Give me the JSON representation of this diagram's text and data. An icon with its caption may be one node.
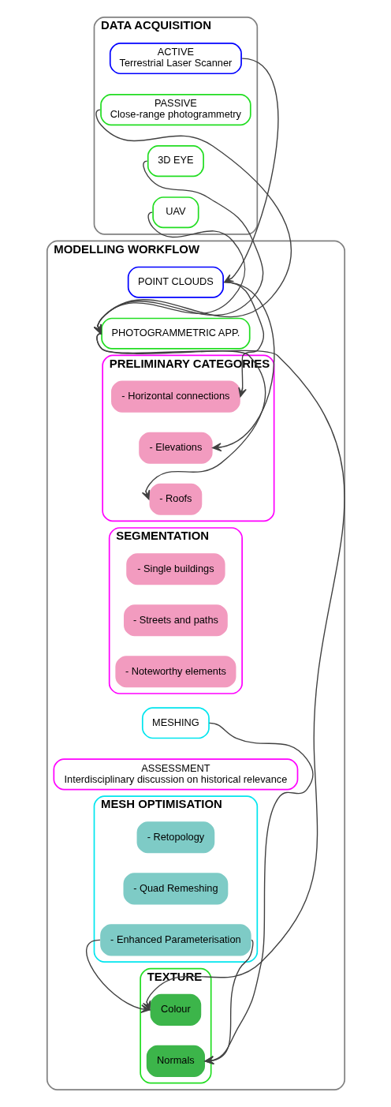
{
  "diagram": {
    "nodes": [
      {
        "text": [
          "DATA ACQUISITION"
        ]
      },
      {
        "text": [
          "ACTIVE",
          "Terrestrial Laser Scanner"
        ],
        "in": 0
      },
      {
        "text": [
          "PASSIVE",
          "Close-range photogrammetry"
        ],
        "in": 0
      },
      {
        "text": [
          "3D EYE"
        ],
        "in": 0
      },
      {
        "text": [
          "UAV"
        ],
        "in": 0
      },
      {
        "text": [
          "MODELLING WORKFLOW"
        ]
      },
      {
        "text": [
          "POINT CLOUDS"
        ],
        "in": 5
      },
      {
        "text": [
          "PHOTOGRAMMETRIC APP."
        ],
        "in": 5
      },
      {
        "text": [
          "PRELIMINARY CATEGORIES"
        ],
        "in": 5
      },
      {
        "text": [
          "- Horizontal connections"
        ],
        "in": 8
      },
      {
        "text": [
          "- Elevations"
        ],
        "in": 8
      },
      {
        "text": [
          "- Roofs"
        ],
        "in": 8
      },
      {
        "text": [
          "SEGMENTATION"
        ],
        "in": 5
      },
      {
        "text": [
          "- Single buildings"
        ],
        "in": 12
      },
      {
        "text": [
          "- Streets and paths"
        ],
        "in": 12
      },
      {
        "text": [
          "- Noteworthy elements"
        ],
        "in": 12
      },
      {
        "text": [
          "MESHING"
        ],
        "in": 5
      },
      {
        "text": [
          "ASSESSMENT",
          "Interdisciplinary discussion on historical relevance"
        ],
        "in": 5
      },
      {
        "text": [
          "MESH OPTIMISATION"
        ],
        "in": 5
      },
      {
        "text": [
          "- Retopology"
        ],
        "in": 18
      },
      {
        "text": [
          "- Quad Remeshing"
        ],
        "in": 18
      },
      {
        "text": [
          "- Enhanced Parameterisation"
        ],
        "in": 18
      },
      {
        "text": [
          "TEXTURE"
        ],
        "in": 5
      },
      {
        "text": [
          "Colour"
        ],
        "in": 22
      },
      {
        "text": [
          "Normals"
        ],
        "in": 22
      }
    ],
    "edges": [
      {
        "from": 1,
        "to": 6,
        "arrow": "to"
      },
      {
        "from": 2,
        "to": 7,
        "arrow": "to"
      },
      {
        "from": 3,
        "to": 7,
        "arrow": "to"
      },
      {
        "from": 4,
        "to": 7,
        "arrow": "to"
      },
      {
        "from": 6,
        "to": 9,
        "arrow": "to"
      },
      {
        "from": 6,
        "to": 10,
        "arrow": "to"
      },
      {
        "from": 7,
        "to": 11,
        "arrow": "to"
      },
      {
        "from": 7,
        "to": 23,
        "arrow": "to"
      },
      {
        "from": 16,
        "to": 24,
        "arrow": "to"
      },
      {
        "from": 21,
        "to": 23,
        "arrow": "to"
      },
      {
        "from": 21,
        "to": 24,
        "arrow": "to"
      }
    ]
  }
}
